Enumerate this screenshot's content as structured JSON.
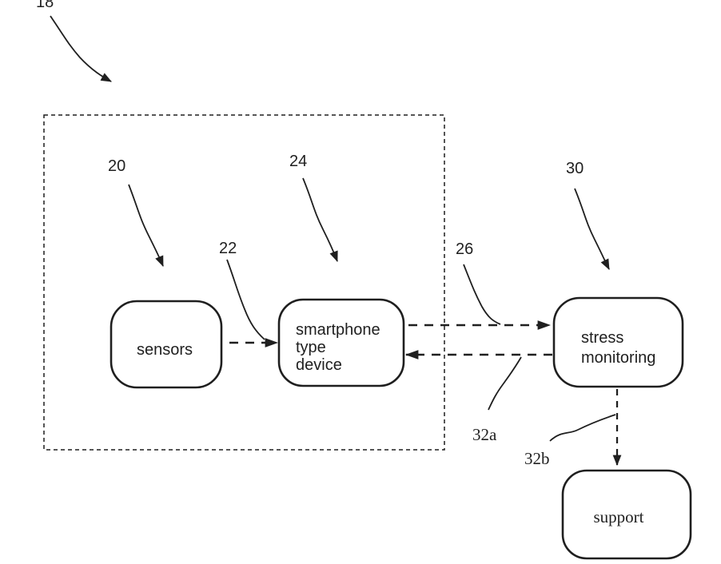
{
  "colors": {
    "ink": "#1f1f1f",
    "background": "#ffffff"
  },
  "refs": {
    "system": "18",
    "sensors": "20",
    "sensors_to_smartphone": "22",
    "smartphone": "24",
    "smartphone_to_stress": "26",
    "stress": "30",
    "stress_to_smartphone": "32a",
    "stress_to_support": "32b"
  },
  "boxes": {
    "sensors": {
      "label": "sensors"
    },
    "smartphone": {
      "lines": [
        "smartphone",
        "type",
        "device"
      ]
    },
    "stress": {
      "lines": [
        "stress",
        "monitoring"
      ]
    },
    "support": {
      "label": "support"
    }
  }
}
